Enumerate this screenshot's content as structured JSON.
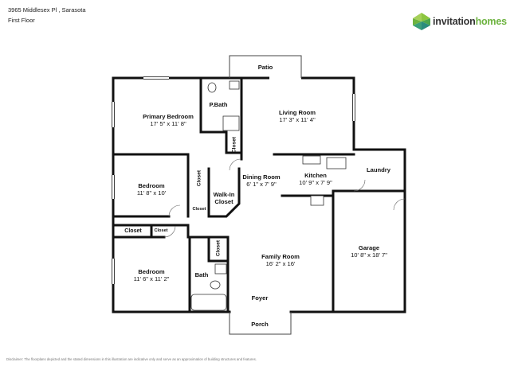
{
  "header": {
    "address": "3965 Middlesex Pl , Sarasota",
    "floor": "First Floor"
  },
  "brand": {
    "name_part1": "invitation",
    "name_part2": "homes",
    "colors": {
      "green": "#6db33f",
      "dark": "#333333",
      "teal": "#2a8c7c"
    },
    "icon": "invitation-homes-logo-mark"
  },
  "rooms": {
    "patio": {
      "name": "Patio"
    },
    "primary_bedroom": {
      "name": "Primary Bedroom",
      "dims": "17' 5\" x 11' 8\""
    },
    "p_bath": {
      "name": "P.Bath"
    },
    "living_room": {
      "name": "Living Room",
      "dims": "17' 3\" x 11' 4\""
    },
    "bedroom_1": {
      "name": "Bedroom",
      "dims": "11' 8\" x 10'"
    },
    "dining_room": {
      "name": "Dining Room",
      "dims": "6' 1\" x 7' 9\""
    },
    "kitchen": {
      "name": "Kitchen",
      "dims": "10' 9\" x 7' 9\""
    },
    "laundry": {
      "name": "Laundry"
    },
    "walk_in_closet": {
      "name": "Walk-In Closet"
    },
    "closet_label": "Closet",
    "bedroom_2": {
      "name": "Bedroom",
      "dims": "11' 6\" x 11' 2\""
    },
    "family_room": {
      "name": "Family Room",
      "dims": "16' 2\" x 16'"
    },
    "bath": {
      "name": "Bath"
    },
    "garage": {
      "name": "Garage",
      "dims": "10' 8\" x 18' 7\""
    },
    "foyer": {
      "name": "Foyer"
    },
    "porch": {
      "name": "Porch"
    }
  },
  "disclaimer": "Disclaimer: The floorplans depicted and the stated dimensions in this illustration are indicative only and serve as an approximation of building structures and features."
}
